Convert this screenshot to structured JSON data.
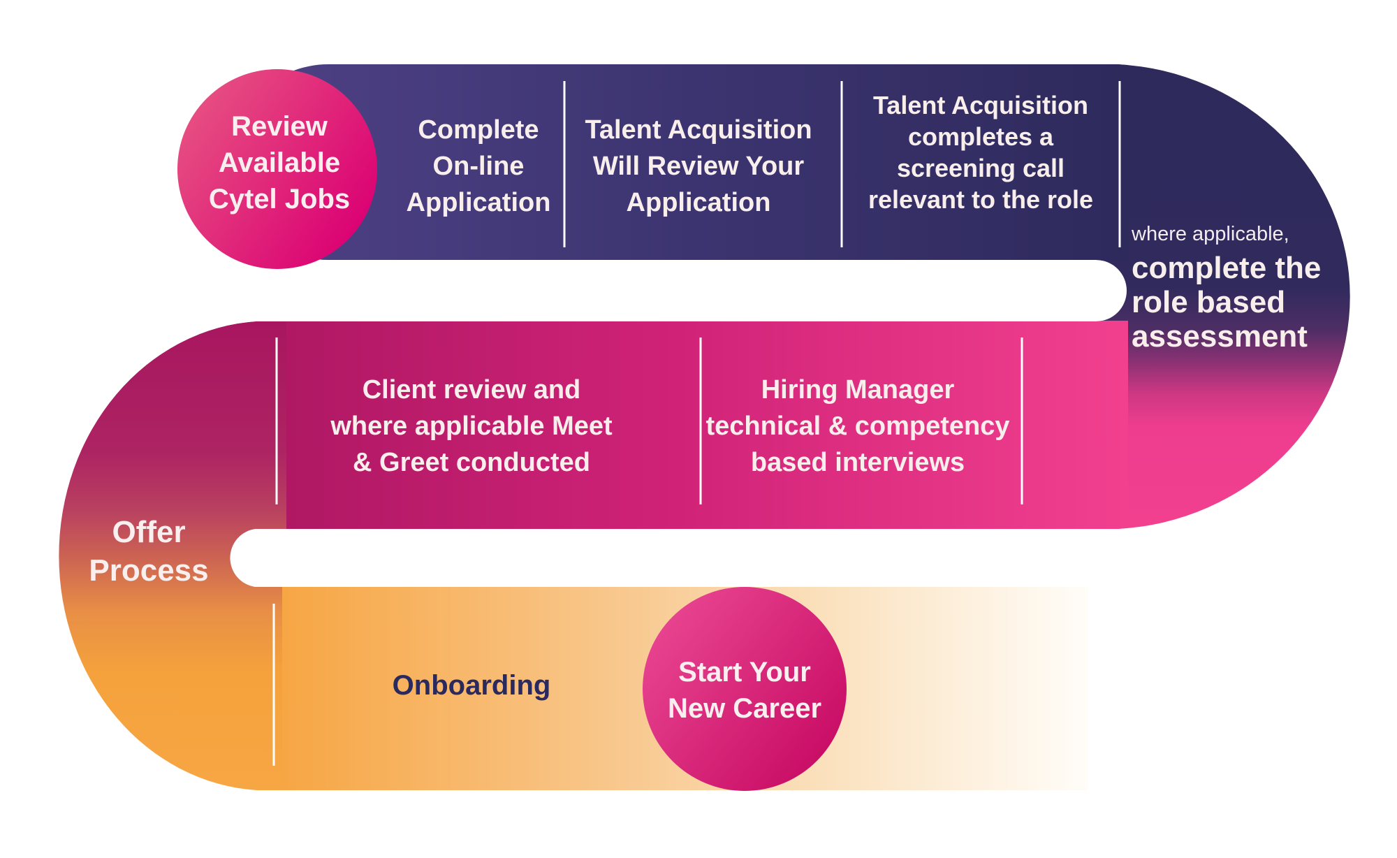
{
  "title": "Cytel recruitment process flow",
  "palette": {
    "band_purple": "#514389",
    "band_navy": "#2e2a5c",
    "band_magenta": "#a8165f",
    "band_pink": "#f2408f",
    "band_orange": "#f7a644",
    "band_cream": "#fffdf9",
    "start_circle_light": "#e85b84",
    "start_circle_deep": "#db0173",
    "end_circle_light": "#ed4d97",
    "end_circle_deep": "#c70a63",
    "text_light": "#f8efec",
    "text_navy": "#2b2a5e",
    "divider_white": "#ffffff"
  },
  "start_circle": {
    "lines": [
      "Review",
      "Available",
      "Cytel Jobs"
    ]
  },
  "top_steps": [
    {
      "lines": [
        "Complete",
        "On-line",
        "Application"
      ]
    },
    {
      "lines": [
        "Talent Acquisition",
        "Will Review Your",
        "Application"
      ]
    },
    {
      "lines": [
        "Talent Acquisition",
        "completes a",
        "screening call",
        "relevant to the role"
      ]
    }
  ],
  "right_curve": {
    "note": "where applicable,",
    "lines": [
      "complete the",
      "role based",
      "assessment"
    ]
  },
  "middle_steps": [
    {
      "lines": [
        "Client review and",
        "where applicable Meet",
        "& Greet conducted"
      ]
    },
    {
      "lines": [
        "Hiring Manager",
        "technical & competency",
        "based interviews"
      ]
    }
  ],
  "left_curve": {
    "lines": [
      "Offer",
      "Process"
    ]
  },
  "bottom_step": {
    "label": "Onboarding"
  },
  "end_circle": {
    "lines": [
      "Start Your",
      "New Career"
    ]
  }
}
